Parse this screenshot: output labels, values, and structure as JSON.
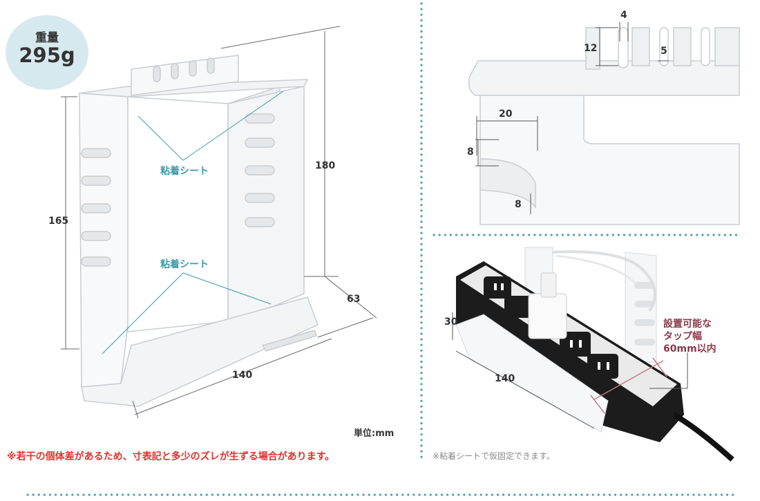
{
  "weight": {
    "label": "重量",
    "value": "295g"
  },
  "left_dims": {
    "height_a": "165",
    "height_b": "180",
    "depth": "63",
    "width": "140"
  },
  "adhesive_labels": {
    "top": "粘着シート",
    "bottom": "粘着シート"
  },
  "unit_note": "単位:mm",
  "disclaimer": "※若干の個体差があるため、寸表記と多少のズレが生ずる場合があります。",
  "detail_dims": {
    "slot_width": "4",
    "slot_depth": "12",
    "slot_gap": "5",
    "hook_length": "20",
    "hook_gap": "8",
    "hook_gap_lower": "8"
  },
  "usage_dims": {
    "height": "30",
    "width": "140"
  },
  "tap_width_label": {
    "line1": "設置可能な",
    "line2": "タップ幅",
    "line3": "60mm以内"
  },
  "usage_note": "※粘着シートで仮固定できます。",
  "colors": {
    "teal_dots": "#4aa3b5",
    "teal_label": "#3a9aa8",
    "red_note": "#e0302c",
    "badge_bg": "#d6e9ef",
    "maroon": "#8a3a4a"
  }
}
